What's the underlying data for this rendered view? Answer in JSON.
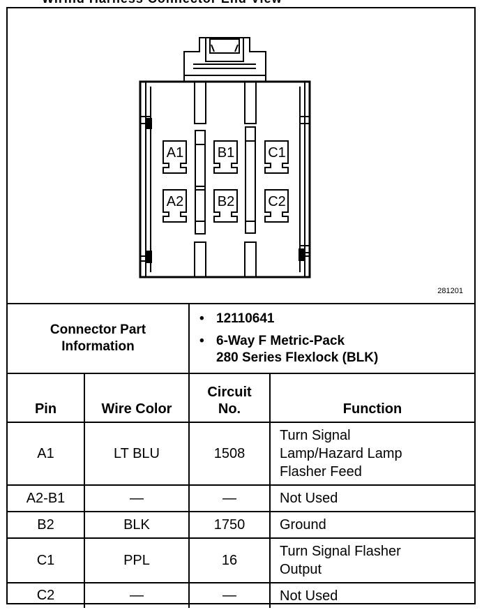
{
  "diagram": {
    "figure_id": "281201",
    "cavity_labels": [
      "A1",
      "B1",
      "C1",
      "A2",
      "B2",
      "C2"
    ]
  },
  "connector_info": {
    "label_line1": "Connector Part",
    "label_line2": "Information",
    "part_number": "12110641",
    "description_line1": "6-Way F Metric-Pack",
    "description_line2": "280 Series Flexlock (BLK)",
    "bullet": "•"
  },
  "table": {
    "headers": {
      "pin": "Pin",
      "wire_color": "Wire Color",
      "circuit_line1": "Circuit",
      "circuit_line2": "No.",
      "function": "Function"
    },
    "rows": [
      {
        "pin": "A1",
        "wire_color": "LT BLU",
        "circuit": "1508",
        "function_lines": [
          "Turn Signal",
          "Lamp/Hazard Lamp",
          "Flasher Feed"
        ]
      },
      {
        "pin": "A2-B1",
        "wire_color": "—",
        "circuit": "—",
        "function_lines": [
          "Not Used"
        ]
      },
      {
        "pin": "B2",
        "wire_color": "BLK",
        "circuit": "1750",
        "function_lines": [
          "Ground"
        ]
      },
      {
        "pin": "C1",
        "wire_color": "PPL",
        "circuit": "16",
        "function_lines": [
          "Turn Signal Flasher",
          "Output"
        ]
      },
      {
        "pin": "C2",
        "wire_color": "—",
        "circuit": "—",
        "function_lines": [
          "Not Used"
        ]
      }
    ]
  }
}
